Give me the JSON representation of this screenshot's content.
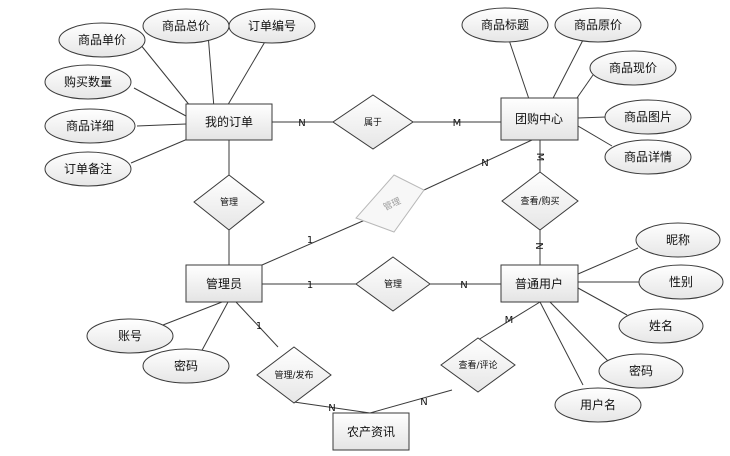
{
  "entities": {
    "my_orders": "我的订单",
    "group_center": "团购中心",
    "admin": "管理员",
    "user": "普通用户",
    "farm_news": "农产资讯"
  },
  "relationships": {
    "belongs": "属于",
    "manage_orders": "管理",
    "manage_center": "管理",
    "manage_users": "管理",
    "view_buy": "查看/购买",
    "manage_publish": "管理/发布",
    "view_comment": "查看/评论"
  },
  "attributes": {
    "order_unit_price": "商品单价",
    "order_total": "商品总价",
    "order_no": "订单编号",
    "order_qty": "购买数量",
    "order_detail": "商品详细",
    "order_note": "订单备注",
    "center_title": "商品标题",
    "center_orig_price": "商品原价",
    "center_cur_price": "商品现价",
    "center_image": "商品图片",
    "center_detail": "商品详情",
    "admin_account": "账号",
    "admin_password": "密码",
    "user_nickname": "昵称",
    "user_gender": "性别",
    "user_name": "姓名",
    "user_password": "密码",
    "user_username": "用户名"
  },
  "cardinalities": {
    "orders_belongs": "N",
    "belongs_center": "M",
    "center_viewbuy": "M",
    "viewbuy_user": "N",
    "admin_center_faded": "1",
    "faded_center": "N",
    "admin_manage": "1",
    "manage_user": "N",
    "admin_publish": "1",
    "publish_news": "N",
    "news_comment": "N",
    "comment_user": "M"
  }
}
